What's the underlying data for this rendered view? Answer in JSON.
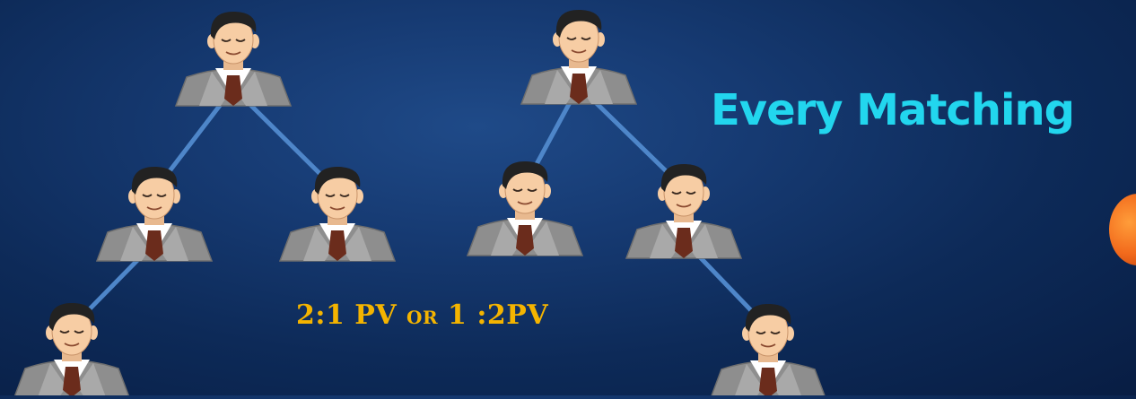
{
  "diagram": {
    "heading": "Every Matching",
    "ratio_text": {
      "part1": "2:1 PV ",
      "part2": "OR",
      "part3": " 1 :2PV"
    },
    "nodes": [
      {
        "id": "root-left"
      },
      {
        "id": "left-a"
      },
      {
        "id": "left-b"
      },
      {
        "id": "left-a-child"
      },
      {
        "id": "root-right"
      },
      {
        "id": "right-a"
      },
      {
        "id": "right-b"
      },
      {
        "id": "right-b-child"
      }
    ],
    "edges": [
      {
        "from": "root-left",
        "to": "left-a"
      },
      {
        "from": "root-left",
        "to": "left-b"
      },
      {
        "from": "left-a",
        "to": "left-a-child"
      },
      {
        "from": "root-right",
        "to": "right-a"
      },
      {
        "from": "root-right",
        "to": "right-b"
      },
      {
        "from": "right-b",
        "to": "right-b-child"
      }
    ],
    "colors": {
      "connector": "#4e86c9",
      "caption": "#f4b400",
      "heading": "#22d6ee",
      "suit": "#8e8e8e",
      "tie": "#6b2c1c",
      "hair": "#222222",
      "skin": "#f7cda4"
    }
  }
}
